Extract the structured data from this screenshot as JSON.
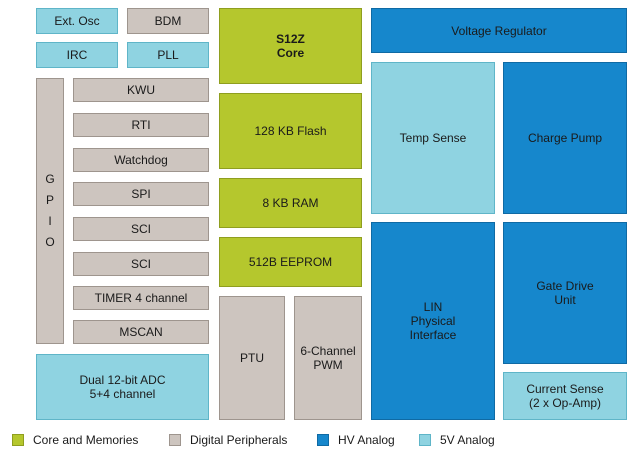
{
  "blocks": {
    "ext_osc": "Ext. Osc",
    "bdm": "BDM",
    "irc": "IRC",
    "pll": "PLL",
    "gpio": "G\nP\nI\nO",
    "kwu": "KWU",
    "rti": "RTI",
    "watchdog": "Watchdog",
    "spi": "SPI",
    "sci_1": "SCI",
    "sci_2": "SCI",
    "timer": "TIMER 4 channel",
    "mscan": "MSCAN",
    "adc": "Dual 12-bit ADC\n5+4 channel",
    "core_title": "S12Z",
    "core_sub": "Core",
    "flash": "128 KB Flash",
    "ram": "8 KB RAM",
    "eeprom": "512B EEPROM",
    "ptu": "PTU",
    "pwm": "6-Channel\nPWM",
    "voltage_regulator": "Voltage Regulator",
    "temp_sense": "Temp Sense",
    "charge_pump": "Charge Pump",
    "lin": "LIN\nPhysical\nInterface",
    "gate_drive": "Gate Drive\nUnit",
    "current_sense": "Current Sense\n(2 x Op-Amp)"
  },
  "legend": {
    "core": "Core and Memories",
    "digital": "Digital Peripherals",
    "hv": "HV Analog",
    "fivev": "5V Analog"
  },
  "colors": {
    "core": "#b5c72d",
    "digital": "#cdc5bf",
    "hv_analog": "#1687cc",
    "five_v_analog": "#8fd3e1"
  }
}
